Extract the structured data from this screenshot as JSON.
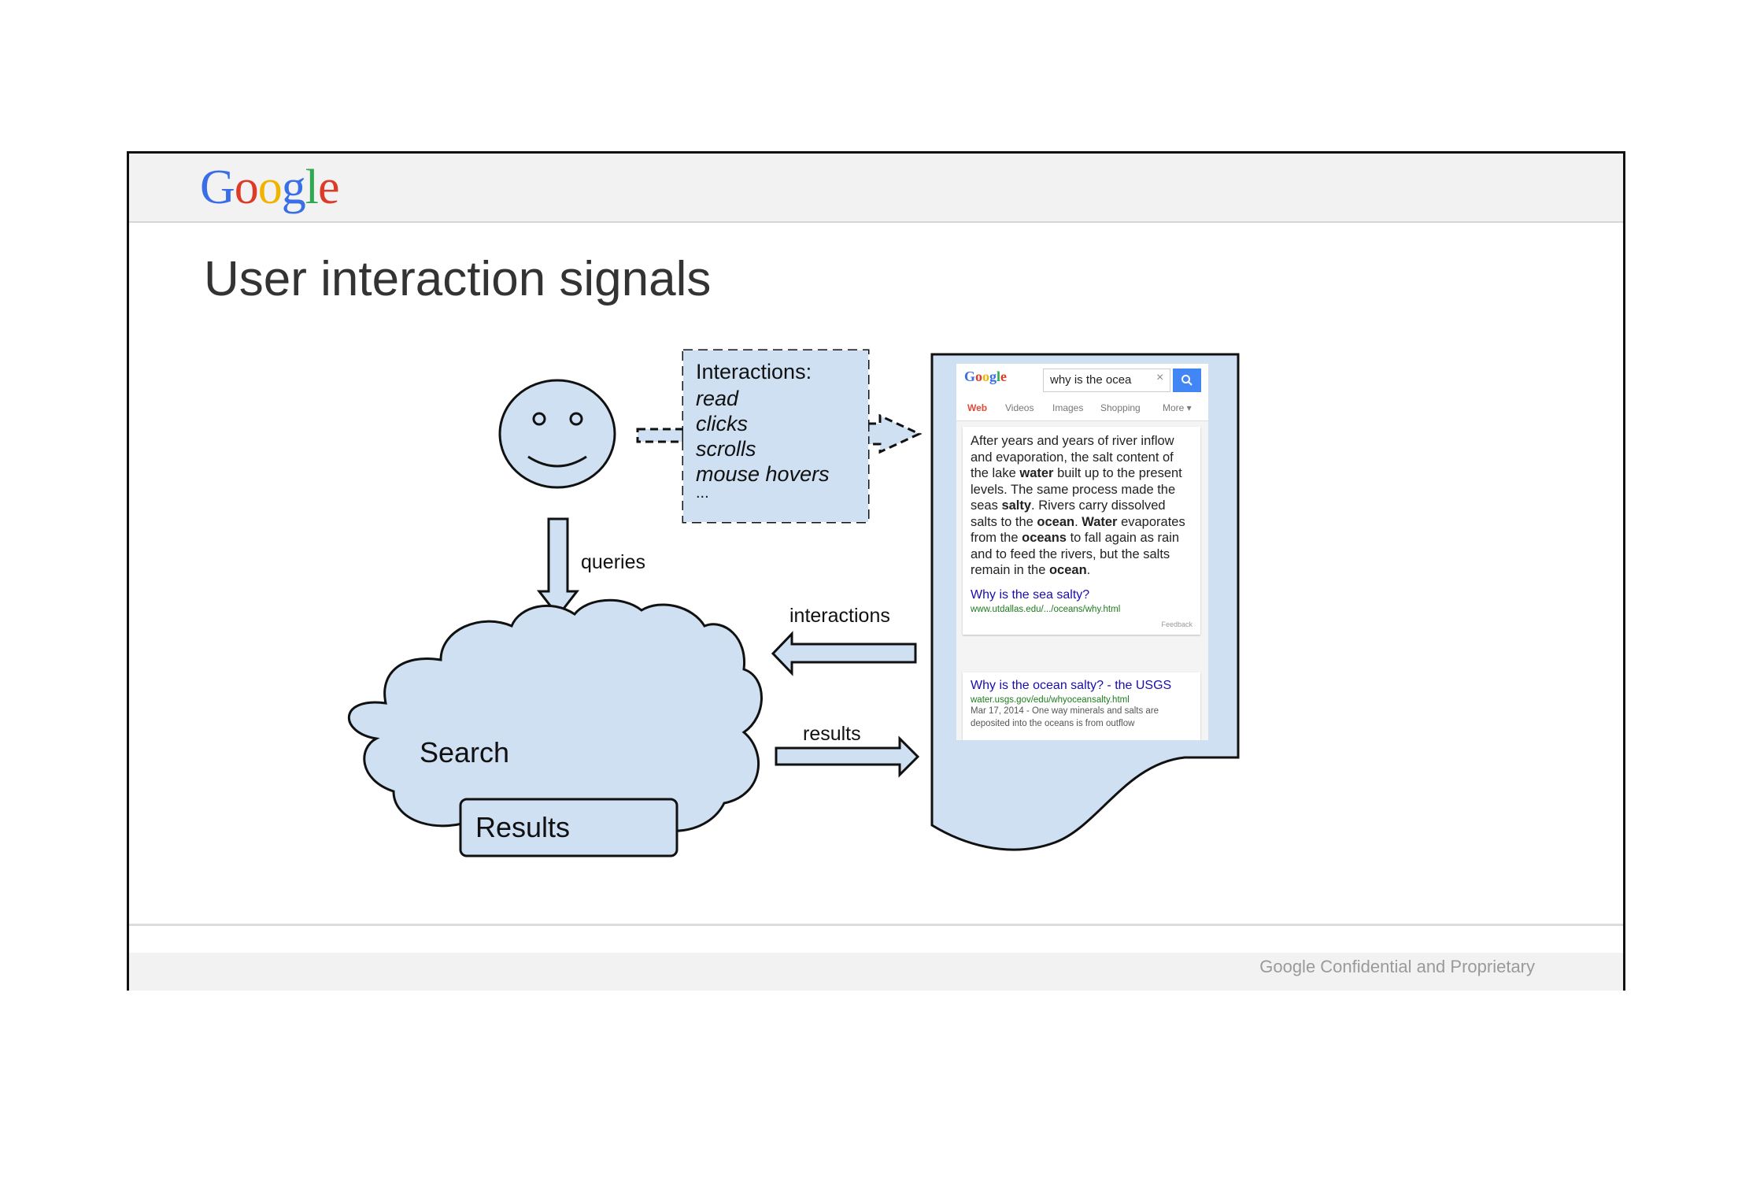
{
  "header": {
    "logo_letters": [
      {
        "ch": "G",
        "color": "#3a6ee8"
      },
      {
        "ch": "o",
        "color": "#dd3b2a"
      },
      {
        "ch": "o",
        "color": "#f0b400"
      },
      {
        "ch": "g",
        "color": "#3a6ee8"
      },
      {
        "ch": "l",
        "color": "#2fa84f"
      },
      {
        "ch": "e",
        "color": "#dd3b2a"
      }
    ]
  },
  "slide": {
    "title": "User interaction signals",
    "footer": "Google  Confidential  and Proprietary"
  },
  "diagram": {
    "interactions_box": {
      "heading": "Interactions:",
      "items": [
        "read",
        "clicks",
        "scrolls",
        "mouse hovers",
        "..."
      ]
    },
    "queries_label": "queries",
    "interactions_label": "interactions",
    "results_label": "results",
    "cloud_label": "Search",
    "results_box_label": "Results",
    "colors": {
      "fill": "#cfe0f2",
      "stroke": "#111111"
    }
  },
  "phone": {
    "logo": "Google",
    "search_value": "why is the ocea",
    "clear_icon": "×",
    "search_button_icon": "search-icon",
    "tabs": [
      "Web",
      "Videos",
      "Images",
      "Shopping",
      "More ▾"
    ],
    "answer_html_parts": [
      {
        "t": "After years and years of river inflow and evaporation, the salt content of the lake ",
        "b": false
      },
      {
        "t": "water",
        "b": true
      },
      {
        "t": " built up to the present levels. The same process made the seas ",
        "b": false
      },
      {
        "t": "salty",
        "b": true
      },
      {
        "t": ". Rivers carry dissolved salts to the ",
        "b": false
      },
      {
        "t": "ocean",
        "b": true
      },
      {
        "t": ". ",
        "b": false
      },
      {
        "t": "Water",
        "b": true
      },
      {
        "t": " evaporates from the ",
        "b": false
      },
      {
        "t": "oceans",
        "b": true
      },
      {
        "t": " to fall again as rain and to feed the rivers, but the salts remain in the ",
        "b": false
      },
      {
        "t": "ocean",
        "b": true
      },
      {
        "t": ".",
        "b": false
      }
    ],
    "answer_link": "Why is the sea salty?",
    "answer_url": "www.utdallas.edu/.../oceans/why.html",
    "feedback": "Feedback",
    "result2_title": "Why is the ocean salty? - the USGS",
    "result2_url": "water.usgs.gov/edu/whyoceansalty.html",
    "result2_snippet": "Mar 17, 2014 - One way minerals and salts are deposited into the oceans is from outflow"
  }
}
